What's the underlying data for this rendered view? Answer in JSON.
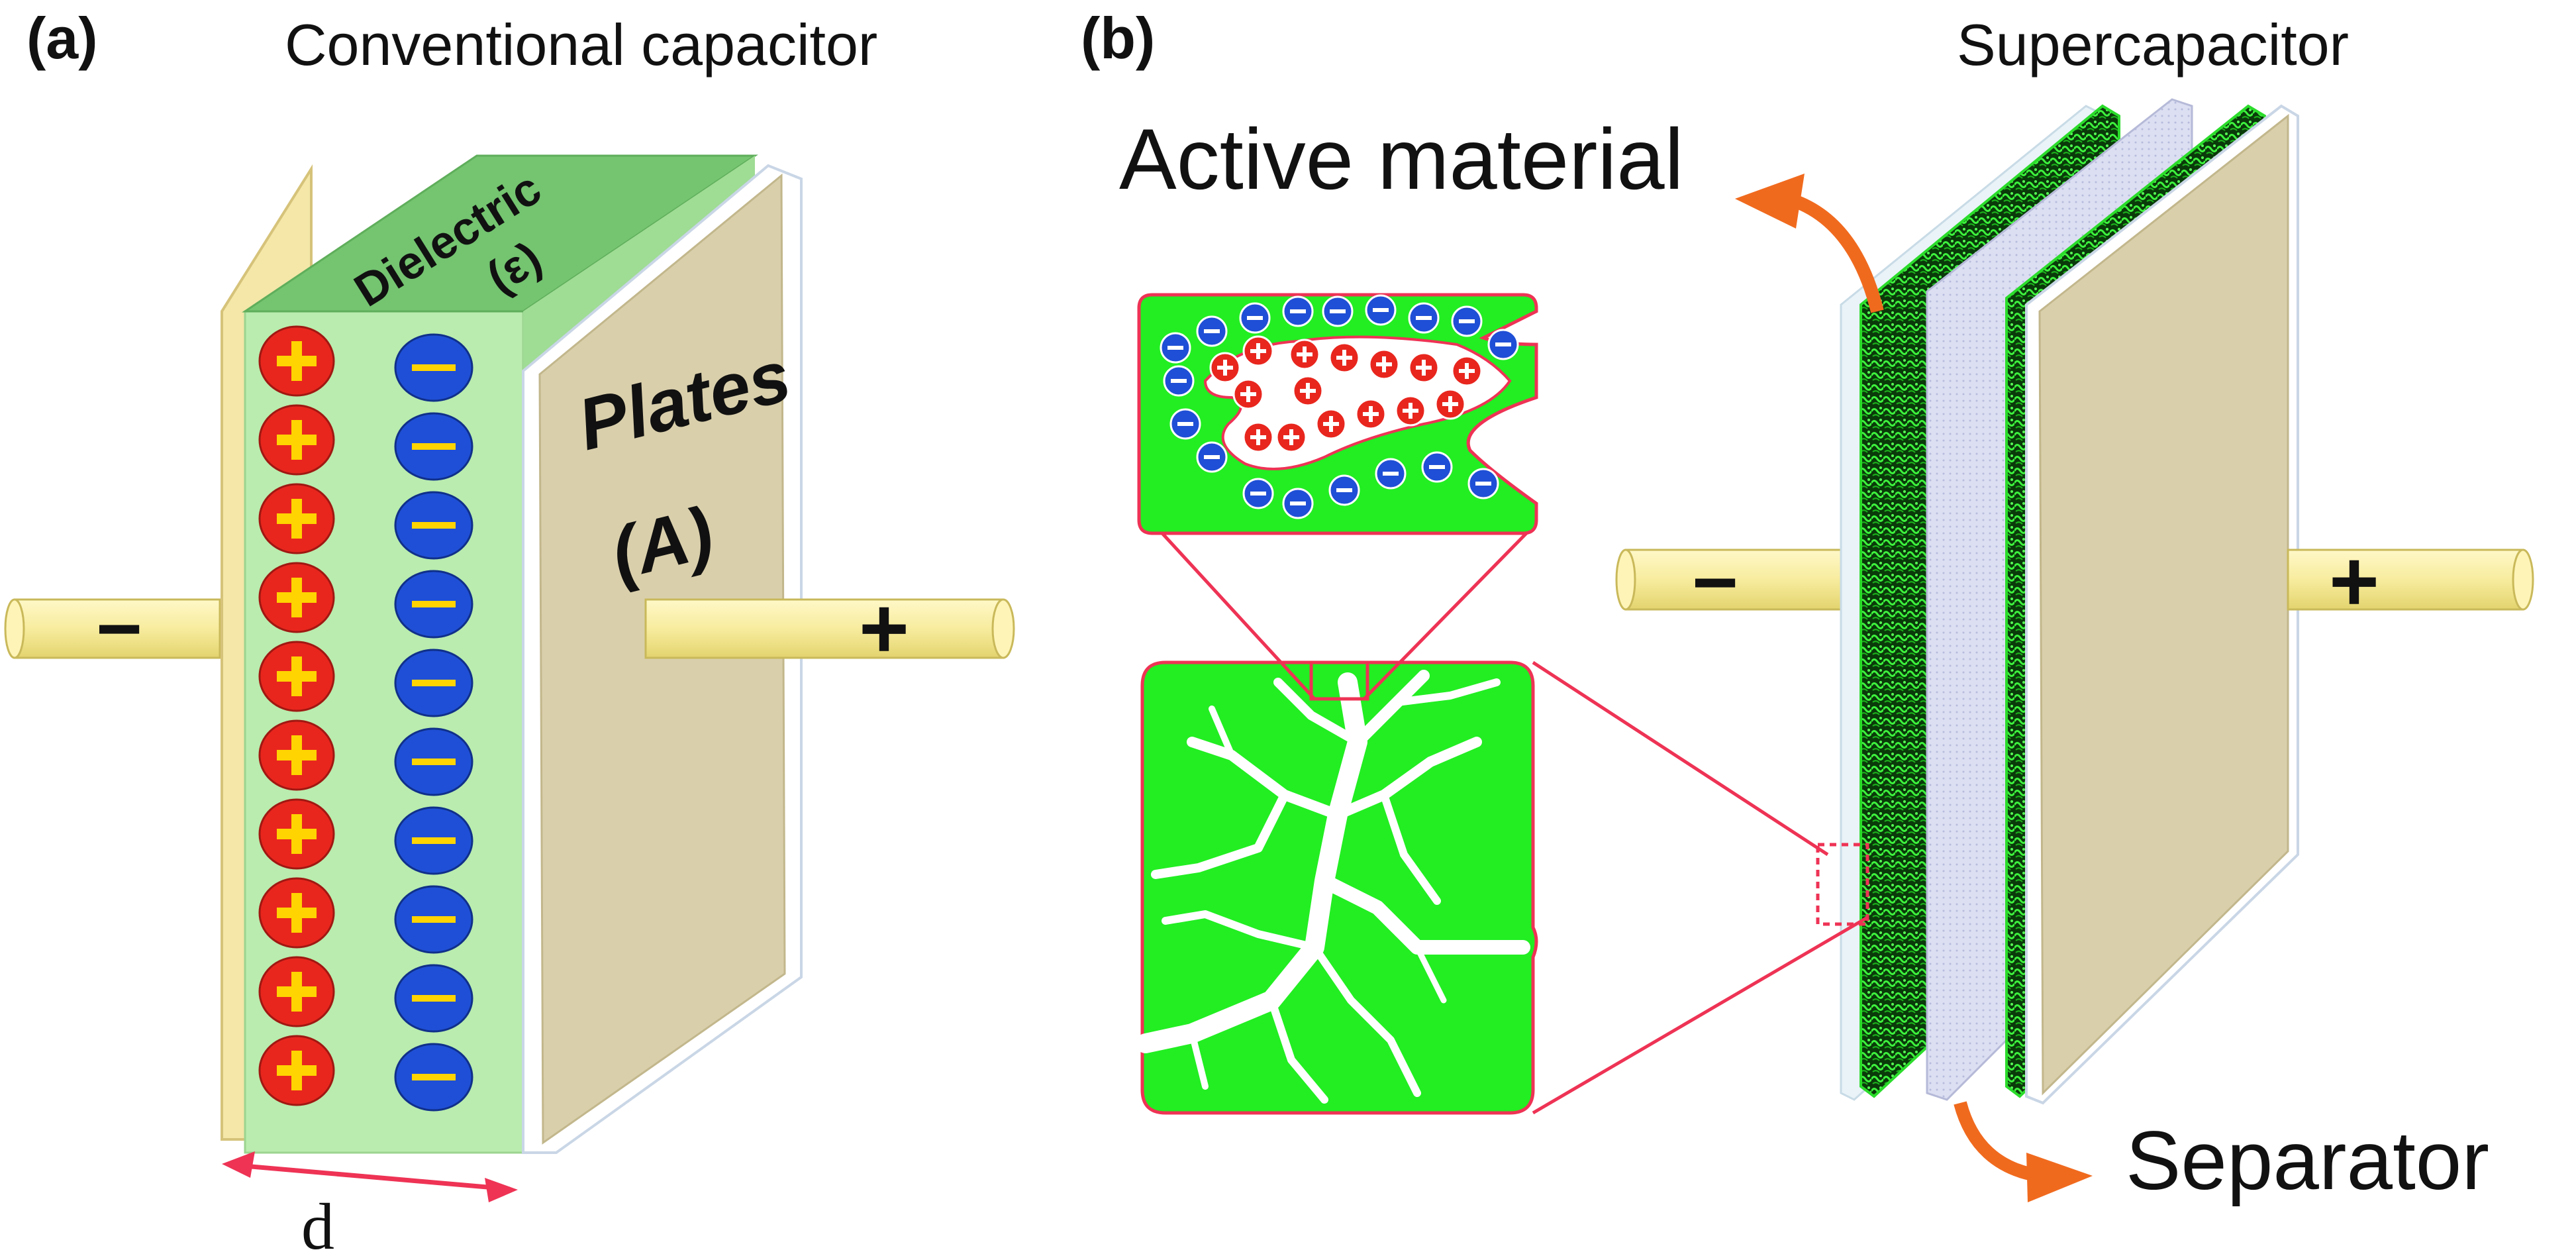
{
  "panel_a": {
    "tag": "(a)",
    "title": "Conventional capacitor",
    "dielectric": "Dielectric",
    "epsilon": "(ε)",
    "plates": "Plates",
    "area": "(A)",
    "distance": "d",
    "neg_terminal": "−",
    "pos_terminal": "+",
    "positive_charge_count": 10,
    "negative_charge_count": 10
  },
  "panel_b": {
    "tag": "(b)",
    "title": "Supercapacitor",
    "active_material": "Active material",
    "separator": "Separator",
    "neg_terminal": "−",
    "pos_terminal": "+"
  },
  "colors": {
    "dielectric": "#b9ecae",
    "dielectric_top": "#74c470",
    "plate": "#d9cfab",
    "terminal": "#f7ec9e",
    "positive_ion": "#e8261e",
    "negative_ion": "#1f4fd6",
    "active_material": "#22ee22",
    "separator": "#d4d7ee",
    "arrow": "#f06a1e",
    "zoom_line": "#ee3355"
  }
}
